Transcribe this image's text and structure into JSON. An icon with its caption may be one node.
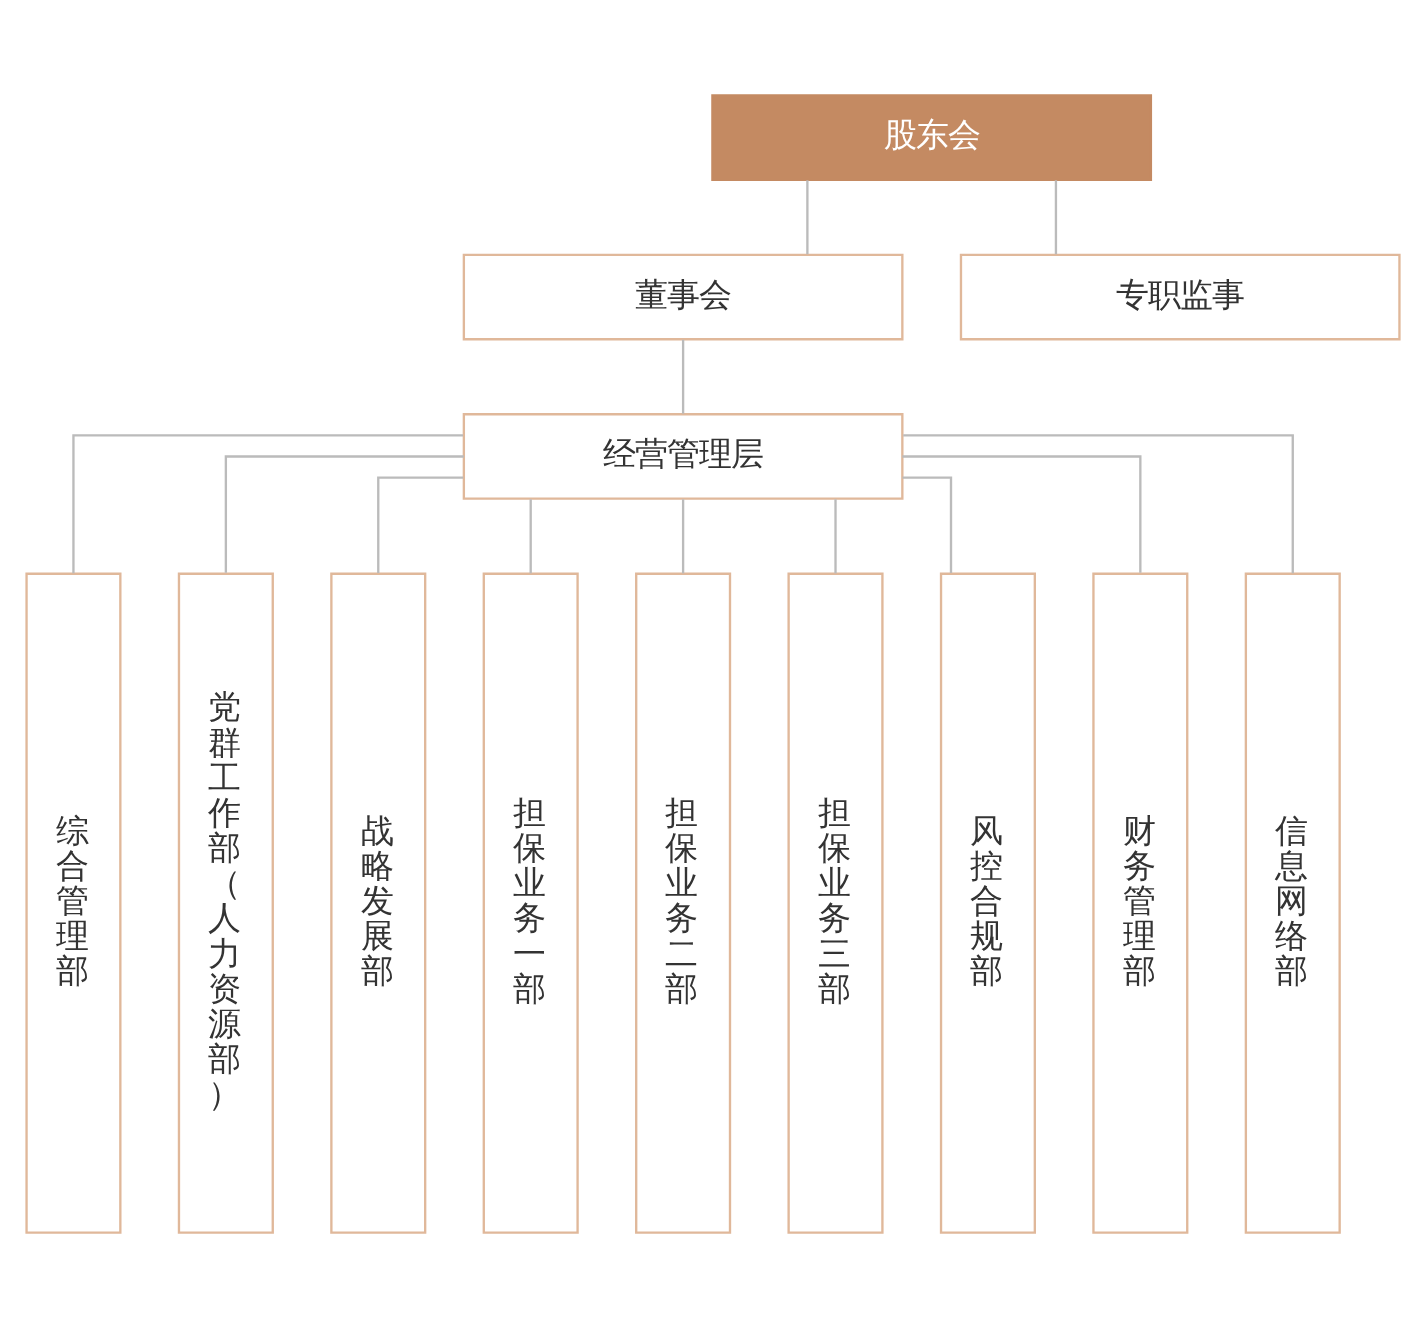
{
  "diagram": {
    "nodes": [
      {
        "text": [
          "股东会"
        ]
      },
      {
        "text": [
          "董事会"
        ]
      },
      {
        "text": [
          "专职监事"
        ]
      },
      {
        "text": [
          "经营管理层"
        ]
      },
      {
        "text": [
          "综合管理部"
        ]
      },
      {
        "text": [
          "党群工作部（人力资源部）"
        ]
      },
      {
        "text": [
          "战略发展部"
        ]
      },
      {
        "text": [
          "担保业务一部"
        ]
      },
      {
        "text": [
          "担保业务二部"
        ]
      },
      {
        "text": [
          "担保业务三部"
        ]
      },
      {
        "text": [
          "风控合规部"
        ]
      },
      {
        "text": [
          "财务管理部"
        ]
      },
      {
        "text": [
          "信息网络部"
        ]
      }
    ],
    "edges": [
      {
        "from": 0,
        "to": 1,
        "arrow": "none"
      },
      {
        "from": 0,
        "to": 2,
        "arrow": "none"
      },
      {
        "from": 1,
        "to": 3,
        "arrow": "none"
      },
      {
        "from": 3,
        "to": 4,
        "arrow": "none"
      },
      {
        "from": 3,
        "to": 5,
        "arrow": "none"
      },
      {
        "from": 3,
        "to": 6,
        "arrow": "none"
      },
      {
        "from": 3,
        "to": 7,
        "arrow": "none"
      },
      {
        "from": 3,
        "to": 8,
        "arrow": "none"
      },
      {
        "from": 3,
        "to": 9,
        "arrow": "none"
      },
      {
        "from": 3,
        "to": 10,
        "arrow": "none"
      },
      {
        "from": 3,
        "to": 11,
        "arrow": "none"
      },
      {
        "from": 3,
        "to": 12,
        "arrow": "none"
      }
    ]
  }
}
